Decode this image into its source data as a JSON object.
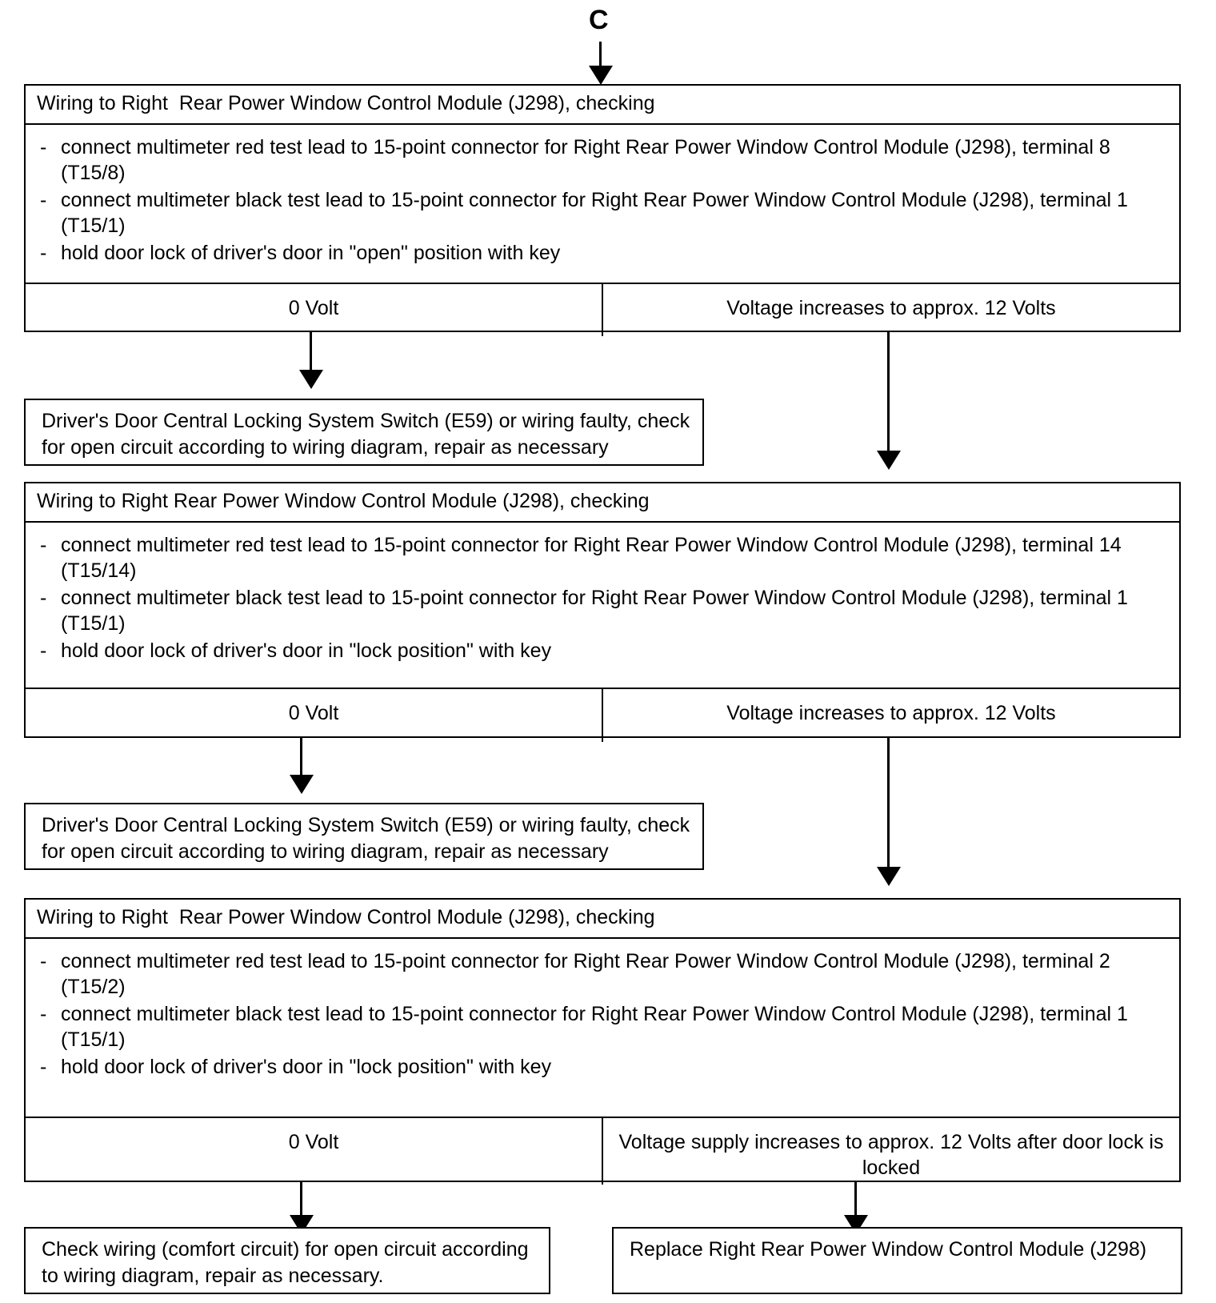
{
  "diagram": {
    "entry_tag": "C",
    "nodes": [
      {
        "id": "check-t15-8",
        "header": "Wiring to Right  Rear Power Window Control Module (J298), checking",
        "steps": [
          "connect multimeter red test lead to 15-point connector for Right Rear Power Window Control Module (J298), terminal 8 (T15/8)",
          "connect multimeter black test lead to 15-point connector for Right Rear Power Window Control Module (J298), terminal 1 (T15/1)",
          "hold door lock of driver's door in \"open\" position with key"
        ],
        "results": {
          "left": "0 Volt",
          "right": "Voltage increases to approx. 12 Volts"
        }
      },
      {
        "id": "check-t15-14",
        "header": "Wiring to Right Rear Power Window Control Module (J298), checking",
        "steps": [
          "connect multimeter red test lead to 15-point connector for Right Rear Power Window Control Module (J298), terminal 14 (T15/14)",
          "connect multimeter black test lead to 15-point connector for Right Rear Power Window Control Module (J298), terminal 1 (T15/1)",
          "hold door lock of driver's door in \"lock position\" with key"
        ],
        "results": {
          "left": "0 Volt",
          "right": "Voltage increases to approx. 12 Volts"
        }
      },
      {
        "id": "check-t15-2",
        "header": "Wiring to Right  Rear Power Window Control Module (J298), checking",
        "steps": [
          "connect multimeter red test lead to 15-point connector for Right Rear Power Window Control Module (J298), terminal 2 (T15/2)",
          "connect multimeter black test lead to 15-point connector for Right Rear Power Window Control Module (J298), terminal 1 (T15/1)",
          "hold door lock of driver's door in \"lock position\" with key"
        ],
        "results": {
          "left": "0 Volt",
          "right": "Voltage supply increases to approx. 12 Volts after door lock is locked"
        }
      }
    ],
    "outcomes": {
      "fault_switch_1": "Driver's Door Central Locking System Switch (E59) or wiring faulty, check for open circuit according to wiring diagram, repair as necessary",
      "fault_switch_2": "Driver's Door Central Locking System Switch (E59) or wiring faulty, check for open circuit according to wiring diagram, repair as necessary",
      "check_comfort_wiring": "Check wiring (comfort circuit) for open circuit according to wiring diagram, repair as necessary.",
      "replace_module": "Replace Right  Rear Power Window Control Module (J298)"
    }
  }
}
